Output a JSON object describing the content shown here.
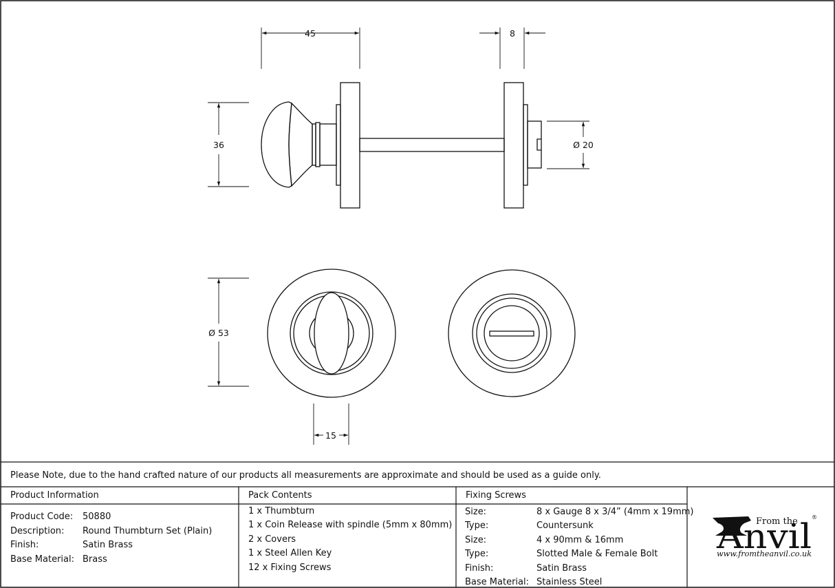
{
  "drawing": {
    "dimensions": {
      "knob_length": "45",
      "cover_thickness": "8",
      "knob_height": "36",
      "release_diameter": "Ø 20",
      "rose_diameter": "Ø 53",
      "thumb_width": "15"
    }
  },
  "note": "Please Note, due to the hand crafted nature of our products all measurements are approximate and should be used as a guide only.",
  "product_info": {
    "title": "Product Information",
    "rows": [
      {
        "label": "Product Code:",
        "value": "50880"
      },
      {
        "label": "Description:",
        "value": "Round Thumbturn Set (Plain)"
      },
      {
        "label": "Finish:",
        "value": "Satin Brass"
      },
      {
        "label": "Base Material:",
        "value": "Brass"
      }
    ]
  },
  "pack_contents": {
    "title": "Pack Contents",
    "items": [
      "1 x Thumbturn",
      "1 x Coin Release with spindle (5mm x 80mm)",
      "2 x Covers",
      "1 x Steel Allen Key",
      "12 x Fixing Screws"
    ]
  },
  "fixing_screws": {
    "title": "Fixing Screws",
    "rows": [
      {
        "label": "Size:",
        "value": "8 x Gauge 8 x 3/4” (4mm x 19mm)"
      },
      {
        "label": "Type:",
        "value": "Countersunk"
      },
      {
        "label": "Size:",
        "value": "4 x 90mm & 16mm"
      },
      {
        "label": "Type:",
        "value": "Slotted Male & Female Bolt"
      },
      {
        "label": "Finish:",
        "value": "Satin Brass"
      },
      {
        "label": "Base Material:",
        "value": "Stainless Steel"
      }
    ]
  },
  "logo": {
    "from_the": "From the",
    "brand": "Anvil",
    "registered": "®",
    "url": "www.fromtheanvil.co.uk"
  },
  "colors": {
    "line": "#111111",
    "background": "#ffffff"
  }
}
